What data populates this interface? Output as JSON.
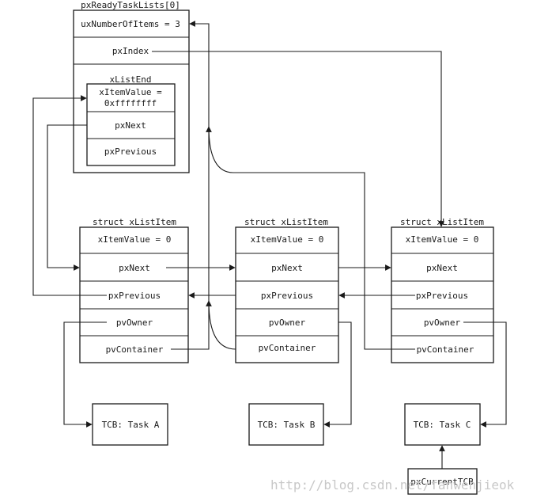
{
  "ready_list": {
    "title": "pxReadyTaskLists[0]",
    "number_of_items": "uxNumberOfItems = 3",
    "index": "pxIndex",
    "list_end": {
      "title": "xListEnd",
      "item_value_line1": "xItemValue =",
      "item_value_line2": "0xffffffff",
      "next": "pxNext",
      "previous": "pxPrevious"
    }
  },
  "list_items": [
    {
      "title": "struct xListItem",
      "item_value": "xItemValue = 0",
      "next": "pxNext",
      "previous": "pxPrevious",
      "owner": "pvOwner",
      "container": "pvContainer"
    },
    {
      "title": "struct xListItem",
      "item_value": "xItemValue = 0",
      "next": "pxNext",
      "previous": "pxPrevious",
      "owner": "pvOwner",
      "container": "pvContainer"
    },
    {
      "title": "struct xListItem",
      "item_value": "xItemValue = 0",
      "next": "pxNext",
      "previous": "pxPrevious",
      "owner": "pvOwner",
      "container": "pvContainer"
    }
  ],
  "tcbs": [
    {
      "label": "TCB: Task A"
    },
    {
      "label": "TCB: Task B"
    },
    {
      "label": "TCB: Task C"
    }
  ],
  "current_tcb": "pxCurrentTCB",
  "watermark": "http://blog.csdn.net/fanwenjieok"
}
